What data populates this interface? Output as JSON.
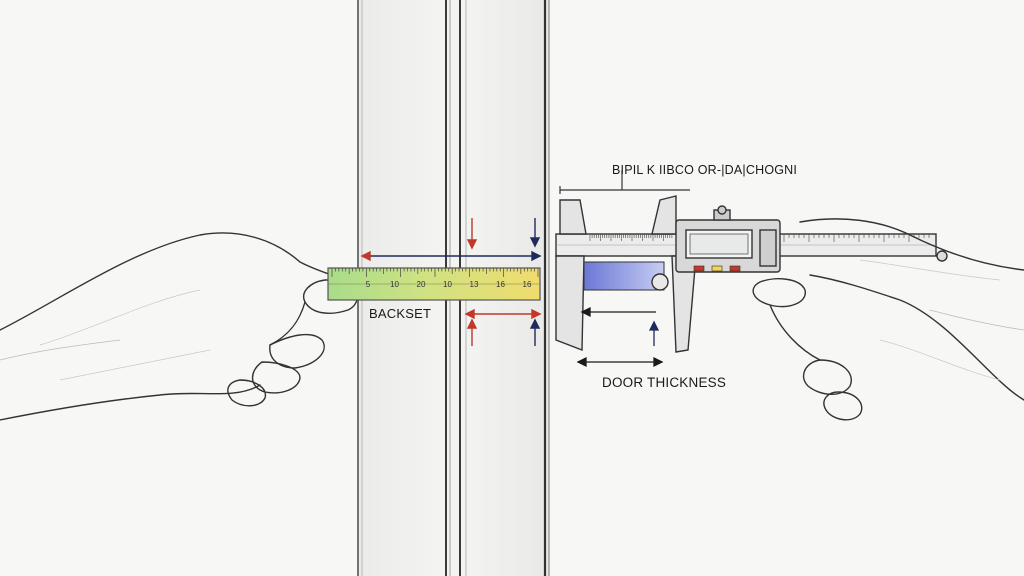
{
  "labels": {
    "top": "BIPIL K IIBCO  OR-|DA|CHOGNI",
    "backset": "BACKSET",
    "door_thickness": "DOOR THICKNESS"
  },
  "ruler": {
    "ticks": [
      "5",
      "10",
      "20",
      "10",
      "13",
      "16",
      "16"
    ]
  },
  "colors": {
    "ink": "#2b2b2b",
    "ruler_green": "#a9dc8a",
    "ruler_yellow": "#f0dc6e",
    "arrow_red": "#c0392b",
    "arrow_navy": "#1f2a5c",
    "caliper_blue": "#6b78d6"
  }
}
